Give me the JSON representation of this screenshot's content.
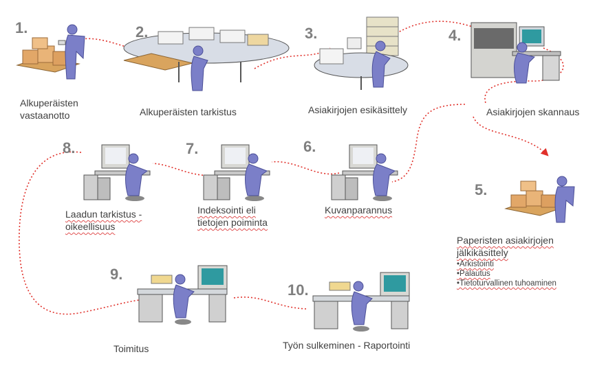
{
  "steps": [
    {
      "number": "1.",
      "label": "Alkuperäisten\nvastaanotto"
    },
    {
      "number": "2.",
      "label": "Alkuperäisten tarkistus"
    },
    {
      "number": "3.",
      "label": "Asiakirjojen esikäsittely"
    },
    {
      "number": "4.",
      "label": "Asiakirjojen skannaus"
    },
    {
      "number": "5.",
      "label": "Paperisten asiakirjojen\njälkikäsittely",
      "items": [
        "•Arkistointi",
        "•Palautus",
        "•Tietoturvallinen tuhoaminen"
      ]
    },
    {
      "number": "6.",
      "label": "Kuvanparannus"
    },
    {
      "number": "7.",
      "label": "Indeksointi eli\ntietojen poiminta"
    },
    {
      "number": "8.",
      "label": "Laadun tarkistus -\noikeellisuus"
    },
    {
      "number": "9.",
      "label": "Toimitus"
    },
    {
      "number": "10.",
      "label": "Työn sulkeminen - Raportointi"
    }
  ],
  "colors": {
    "path": "#e0302a",
    "figure": "#7b7fc8",
    "figure_dark": "#4a4e96",
    "box": "#e2a768",
    "pallet": "#d9a45e",
    "number": "#7f7f7f",
    "text": "#404040"
  },
  "icons": [
    "warehouse-worker-icon",
    "sorting-table-icon",
    "prep-desk-icon",
    "scanner-station-icon",
    "computer-workstation-icon",
    "document-workstation-icon"
  ]
}
